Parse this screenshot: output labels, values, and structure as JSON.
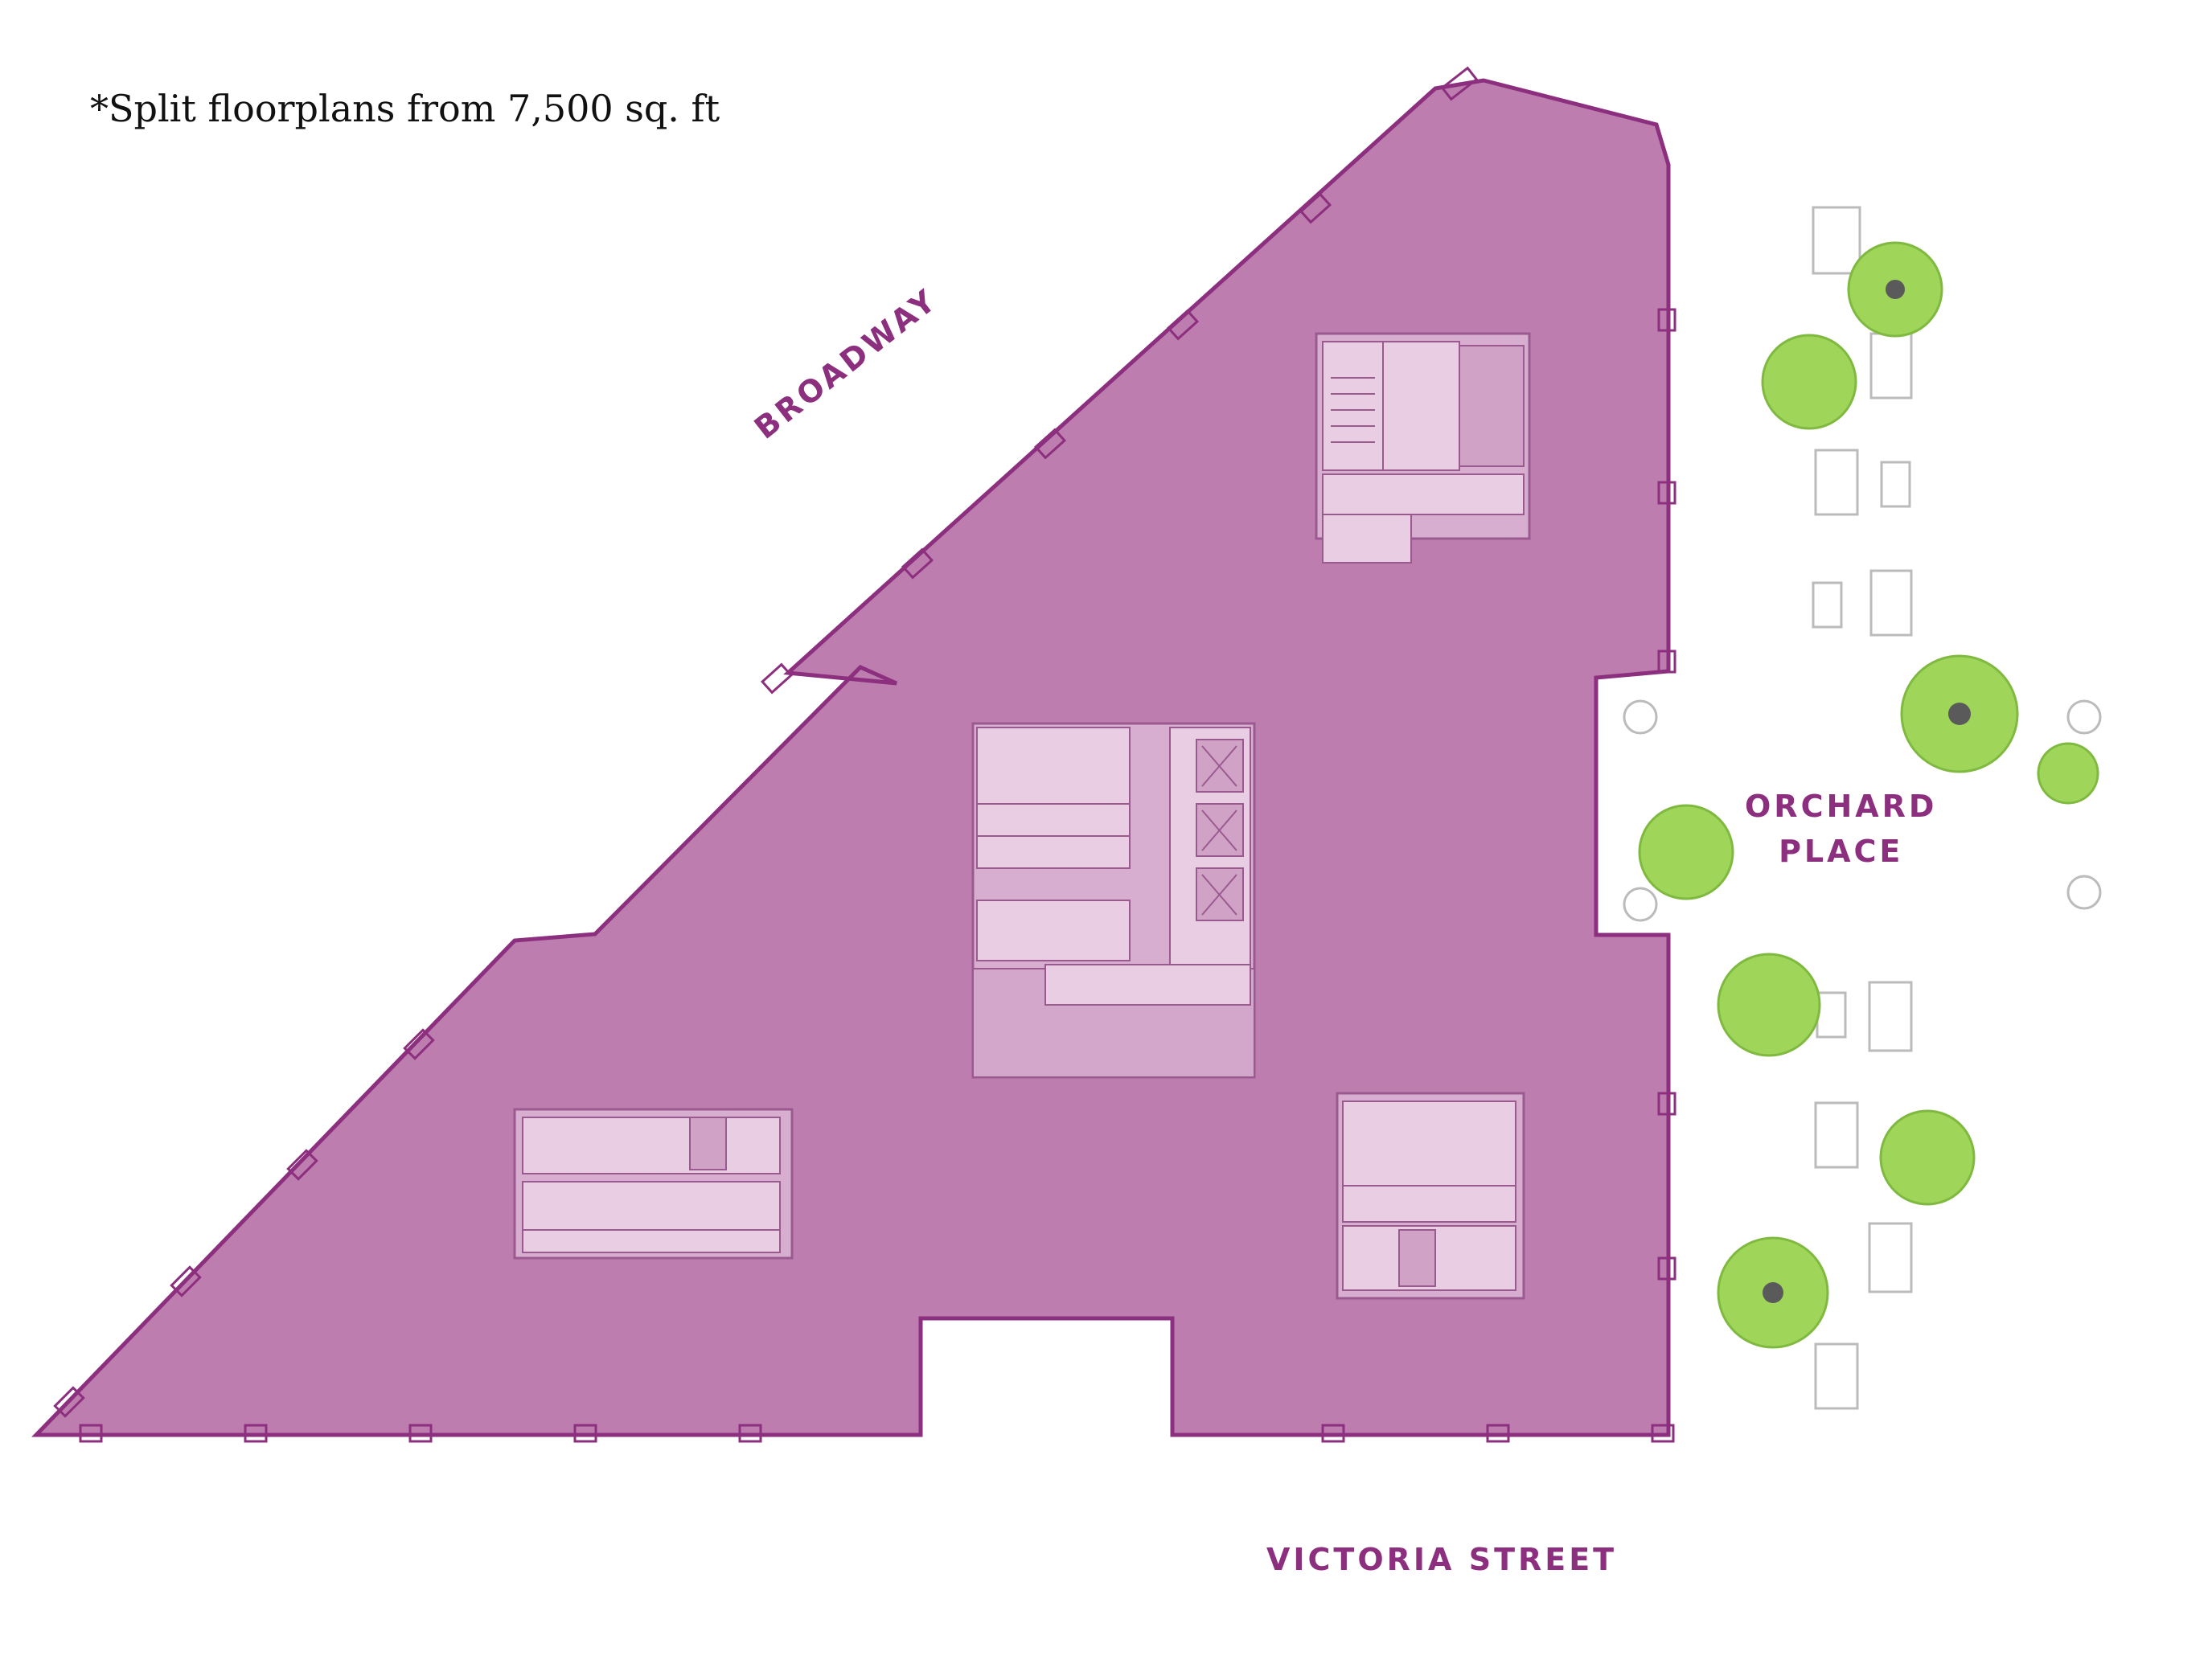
{
  "note": "*Split floorplans from 7,500 sq. ft",
  "streets": {
    "broadway": "BROADWAY",
    "victoria": "VICTORIA STREET",
    "orchard_line1": "ORCHARD",
    "orchard_line2": "PLACE"
  },
  "colors": {
    "floor_fill": "#bd7daf",
    "floor_outline": "#8c2f7e",
    "core_fill": "#d7aed0",
    "core_line": "#9a5a90",
    "label_color": "#8c2f7e",
    "tree_fill": "#9fd65a",
    "tree_dark": "#5a5a5a",
    "paving": "#bbbbbb"
  },
  "icons": [
    "tree-icon",
    "planter-icon",
    "cafe-table-icon",
    "bench-icon",
    "lift-icon",
    "stair-icon"
  ]
}
